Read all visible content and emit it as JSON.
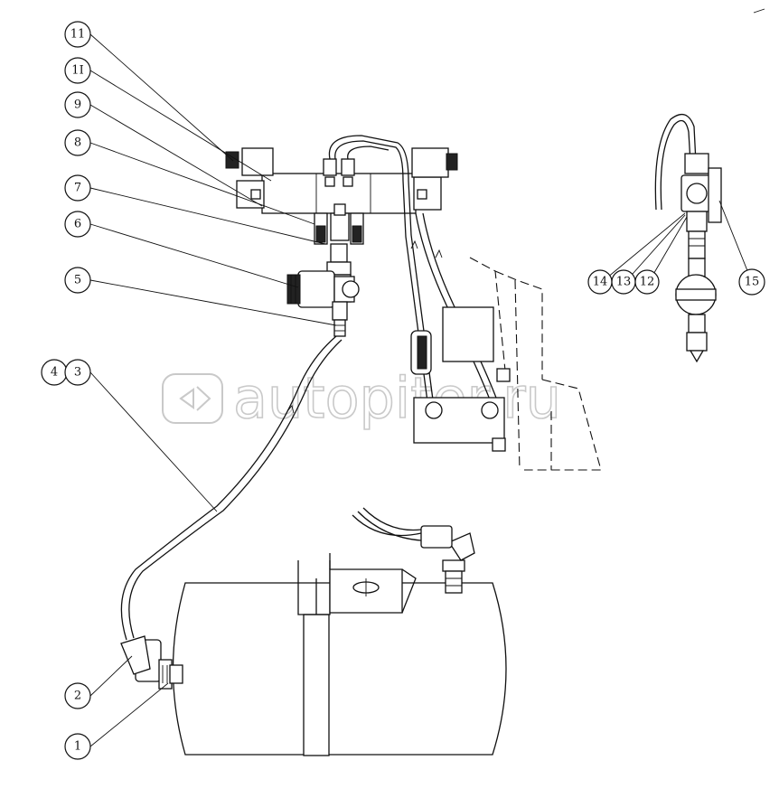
{
  "watermark": {
    "text": "autopiter.ru"
  },
  "callouts": [
    {
      "id": "callout-11a",
      "label": "11"
    },
    {
      "id": "callout-11b",
      "label": "1I"
    },
    {
      "id": "callout-9",
      "label": "9"
    },
    {
      "id": "callout-8",
      "label": "8"
    },
    {
      "id": "callout-7",
      "label": "7"
    },
    {
      "id": "callout-6",
      "label": "6"
    },
    {
      "id": "callout-5",
      "label": "5"
    },
    {
      "id": "callout-4",
      "label": "4"
    },
    {
      "id": "callout-3",
      "label": "3"
    },
    {
      "id": "callout-2",
      "label": "2"
    },
    {
      "id": "callout-1",
      "label": "1"
    },
    {
      "id": "callout-14",
      "label": "14"
    },
    {
      "id": "callout-13",
      "label": "13"
    },
    {
      "id": "callout-12",
      "label": "12"
    },
    {
      "id": "callout-15",
      "label": "15"
    }
  ]
}
